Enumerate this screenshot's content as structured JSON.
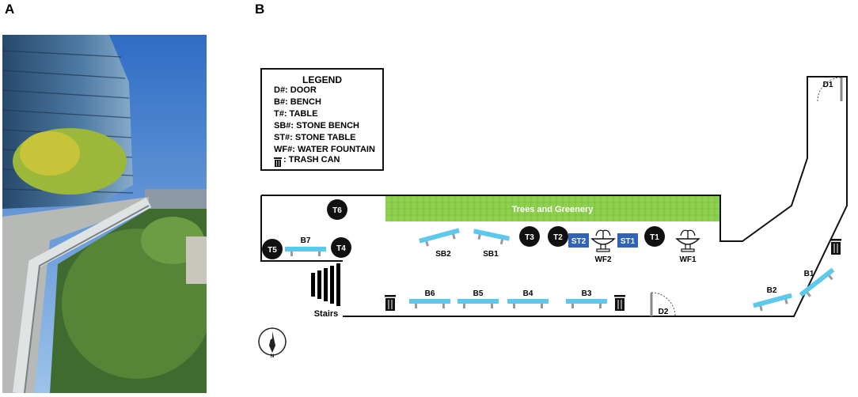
{
  "panels": {
    "a": "A",
    "b": "B"
  },
  "legend": {
    "title": "LEGEND",
    "items": [
      "D#: DOOR",
      "B#: BENCH",
      "T#: TABLE",
      "SB#: STONE BENCH",
      "ST#: STONE TABLE",
      "WF#: WATER FOUNTAIN"
    ],
    "trash_label": ": TRASH CAN"
  },
  "plan": {
    "greenery": "Trees and Greenery",
    "stairs": "Stairs",
    "compass": "N",
    "tables": [
      "T1",
      "T2",
      "T3",
      "T4",
      "T5",
      "T6"
    ],
    "stone_tables": [
      "ST1",
      "ST2"
    ],
    "fountains": [
      "WF1",
      "WF2"
    ],
    "stone_benches": [
      "SB1",
      "SB2"
    ],
    "benches": [
      "B1",
      "B2",
      "B3",
      "B4",
      "B5",
      "B6",
      "B7"
    ],
    "doors": [
      "D1",
      "D2"
    ]
  },
  "colors": {
    "bench": "#5bc8ec",
    "greenery": "#8fd14f",
    "stone_table": "#2e63b6",
    "table": "#111111",
    "sky": "#3e78c8"
  }
}
